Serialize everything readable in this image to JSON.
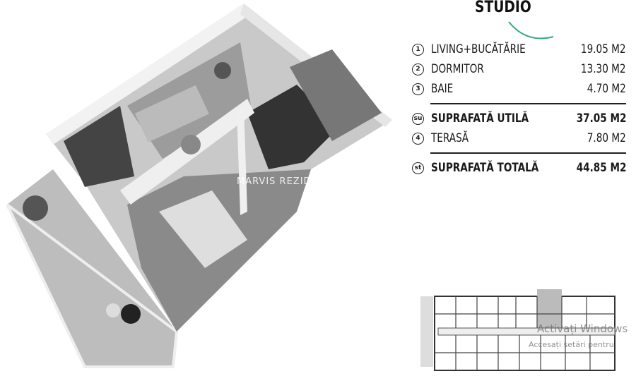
{
  "title": "STUDIO",
  "rooms": [
    {
      "num": "1",
      "label": "LIVING+BUCĂTĂRIE",
      "area": "19.05 M2"
    },
    {
      "num": "2",
      "label": "DORMITOR",
      "area": "13.30 M2"
    },
    {
      "num": "3",
      "label": "BAIE",
      "area": "4.70 M2"
    }
  ],
  "useful": {
    "num": "su",
    "label": "SUPRAFATĂ UTILĂ",
    "area": "37.05 M2"
  },
  "terrace": {
    "num": "4",
    "label": "TERASĂ",
    "area": "7.80 M2"
  },
  "total": {
    "num": "st",
    "label": "SUPRAFATĂ TOTALĂ",
    "area": "44.85 M2"
  },
  "watermark": "MARVIS REZIDENT",
  "os_watermark": {
    "line1": "Activați Windows",
    "line2": "Accesați setări pentru"
  },
  "colors": {
    "accent_logo": "#3aa58a"
  }
}
